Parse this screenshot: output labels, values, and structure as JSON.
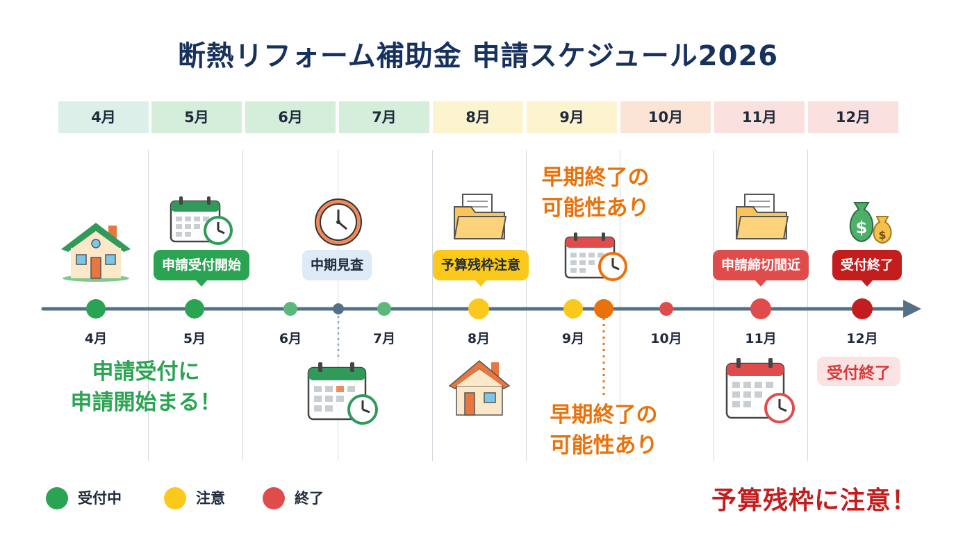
{
  "title": "断熱リフォーム補助金 申請スケジュール2026",
  "months": [
    {
      "label": "4月",
      "bg": "#dcefe9"
    },
    {
      "label": "5月",
      "bg": "#d5eedc"
    },
    {
      "label": "6月",
      "bg": "#d5eedc"
    },
    {
      "label": "7月",
      "bg": "#d5eedc"
    },
    {
      "label": "8月",
      "bg": "#fcf3cf"
    },
    {
      "label": "9月",
      "bg": "#fcf3cf"
    },
    {
      "label": "10月",
      "bg": "#fbe3d6"
    },
    {
      "label": "11月",
      "bg": "#fbe0e0"
    },
    {
      "label": "12月",
      "bg": "#fbe0e0"
    }
  ],
  "timeline": {
    "color": "#557085",
    "ticks": [
      "4月",
      "5月",
      "6月",
      "7月",
      "8月",
      "9月",
      "10月",
      "11月",
      "12月"
    ]
  },
  "bubbles": {
    "start": "申請受付開始",
    "midterm": "中期見査",
    "budget": "予算残枠注意",
    "deadline": "申請締切間近",
    "end": "受付終了"
  },
  "notes": {
    "early_end_top": "早期終了の\n可能性あり",
    "early_end_bottom": "早期終了の\n可能性あり",
    "start_message": "申請受付に\n申請開始まる！",
    "end_badge": "受付終了"
  },
  "legend": [
    {
      "label": "受付中",
      "color": "#2aa352"
    },
    {
      "label": "注意",
      "color": "#fbc91b"
    },
    {
      "label": "終了",
      "color": "#e04b4b"
    }
  ],
  "warning": "予算残枠に注意！",
  "colors": {
    "green": "#2aa352",
    "yellow": "#fbc91b",
    "orange": "#e8720c",
    "red": "#e04b4b",
    "darkred": "#c41d1d"
  }
}
